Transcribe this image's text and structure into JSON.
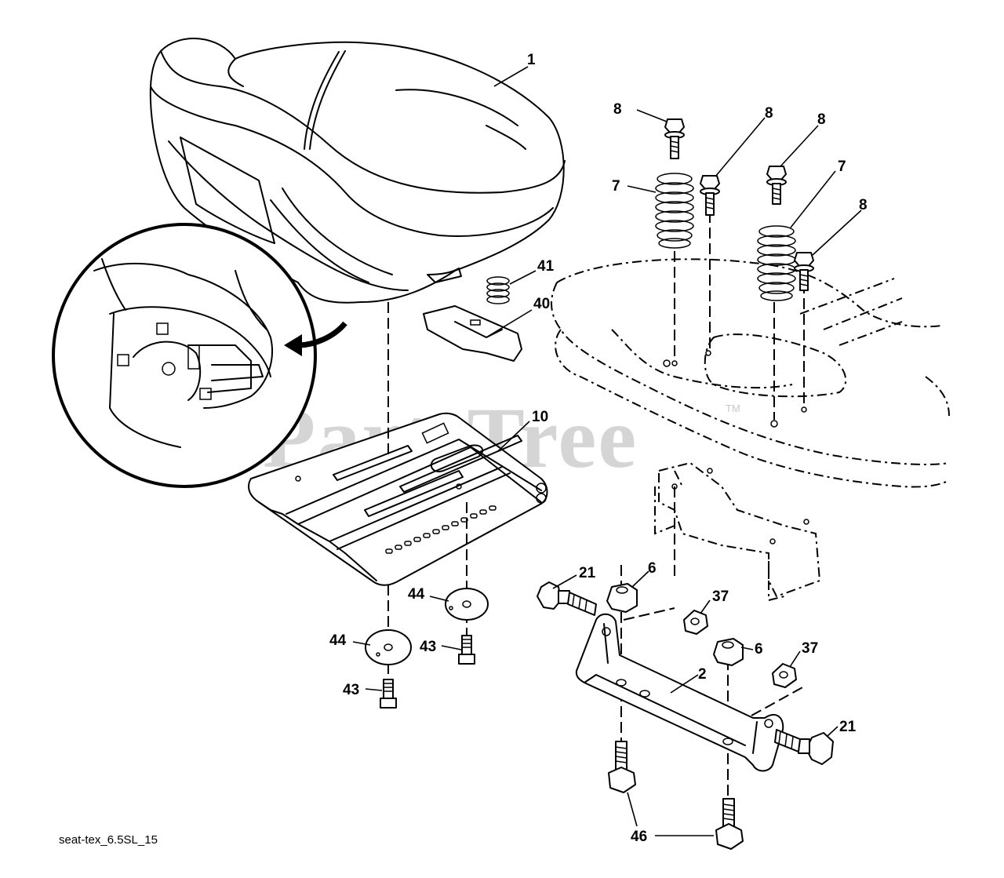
{
  "diagram": {
    "watermark": "PartsTree",
    "watermark_tm": "TM",
    "caption": "seat-tex_6.5SL_15"
  },
  "labels": {
    "seat": "1",
    "bracket": "2",
    "nut_6_a": "6",
    "nut_6_b": "6",
    "spring_7_a": "7",
    "spring_7_b": "7",
    "bolt_8_a": "8",
    "bolt_8_b": "8",
    "bolt_8_c": "8",
    "bolt_8_d": "8",
    "seat_pan": "10",
    "bolt_21_a": "21",
    "bolt_21_b": "21",
    "nut_37_a": "37",
    "nut_37_b": "37",
    "clip_40": "40",
    "spring_41": "41",
    "screw_43_a": "43",
    "screw_43_b": "43",
    "washer_44_a": "44",
    "washer_44_b": "44",
    "bolt_46": "46"
  }
}
